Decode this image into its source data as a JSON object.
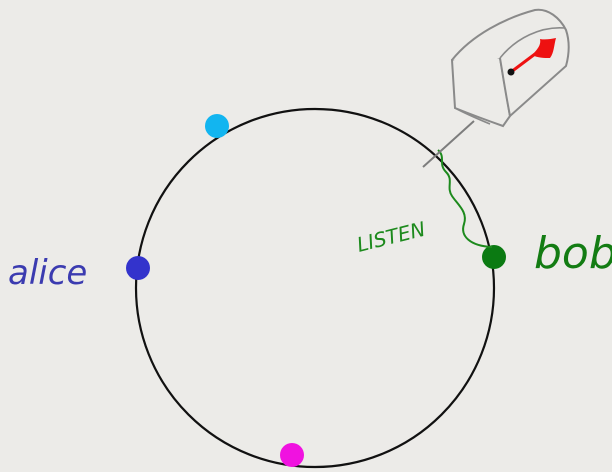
{
  "diagram": {
    "labels": {
      "alice": "alice",
      "bob": "bob",
      "listen": "LISTEN"
    },
    "colors": {
      "ring": "#111111",
      "node_top": "#12b5f0",
      "node_alice": "#3333cc",
      "node_bob": "#0b7a12",
      "node_bottom": "#f012e0",
      "listen": "#1d8a1d",
      "alice_text": "#3b3bb0",
      "bob_text": "#137c13",
      "mailbox_outline": "#8a8a8a",
      "mailbox_flag": "#ee1111"
    },
    "icons": {
      "mailbox": "mailbox-icon"
    }
  }
}
